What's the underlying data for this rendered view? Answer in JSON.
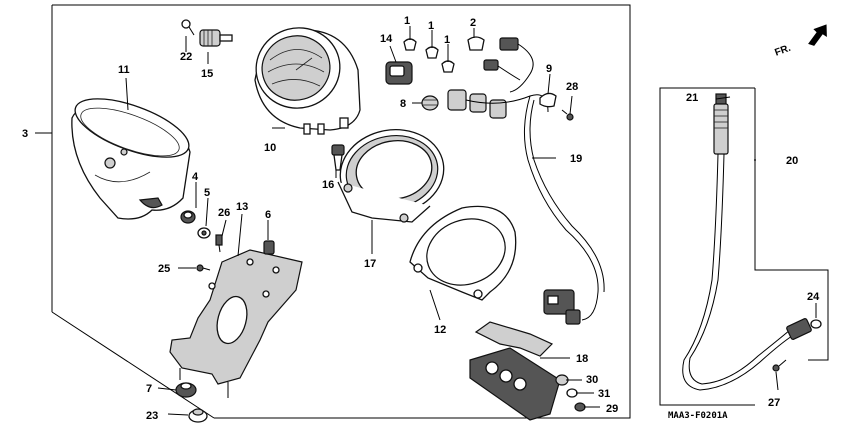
{
  "labels": {
    "l1a": "1",
    "l1b": "1",
    "l1c": "1",
    "l2": "2",
    "l3": "3",
    "l4": "4",
    "l5": "5",
    "l6": "6",
    "l7": "7",
    "l8": "8",
    "l9": "9",
    "l10": "10",
    "l11": "11",
    "l12": "12",
    "l13": "13",
    "l14": "14",
    "l15": "15",
    "l16": "16",
    "l17": "17",
    "l18": "18",
    "l19": "19",
    "l20": "20",
    "l21": "21",
    "l22": "22",
    "l23": "23",
    "l24": "24",
    "l25": "25",
    "l26": "26",
    "l27": "27",
    "l28": "28",
    "l29": "29",
    "l30": "30",
    "l31": "31"
  },
  "direction_label": "FR.",
  "diagram_code": "MAA3-F0201A"
}
